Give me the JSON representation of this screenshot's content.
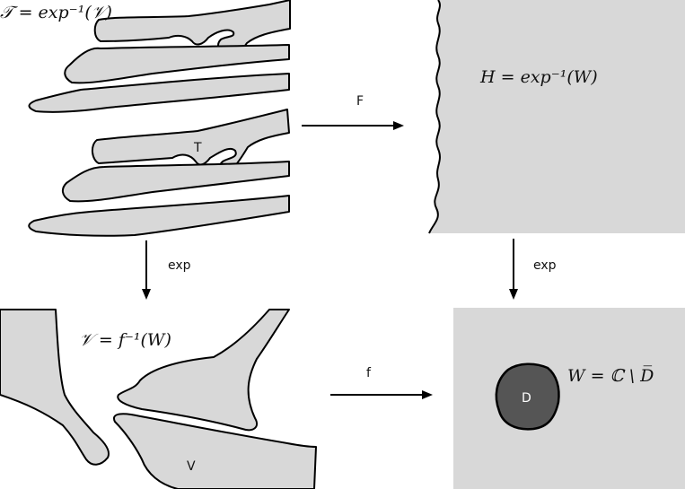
{
  "panels": {
    "top_left": {
      "label": "𝒯 = exp⁻¹(𝒱)",
      "region": "T"
    },
    "top_right": {
      "label": "H = exp⁻¹(W)"
    },
    "bottom_left": {
      "label": "𝒱 = f⁻¹(W)",
      "region": "V"
    },
    "bottom_right": {
      "label": "W = ℂ \\ D̅",
      "disk": "D"
    }
  },
  "arrows": {
    "F": "F",
    "exp_left": "exp",
    "exp_right": "exp",
    "f": "f"
  }
}
